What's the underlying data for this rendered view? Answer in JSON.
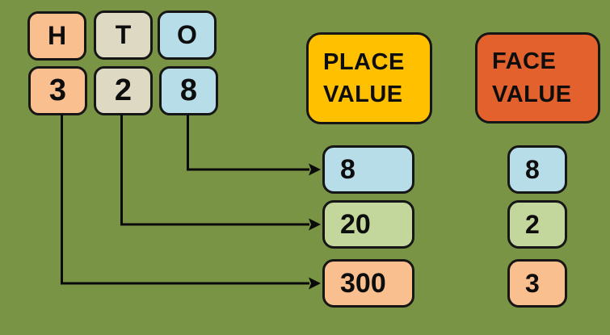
{
  "colors": {
    "background": "#7A9445",
    "line": "#0a0a0a",
    "hundreds_box": "#FABF8F",
    "tens_box": "#DDD9C3",
    "ones_box": "#B7DDE8",
    "tens_value_box": "#C3D69B",
    "place_header": "#FFC000",
    "face_header": "#E2612C"
  },
  "digit_panel": {
    "columns": [
      {
        "place_label": "H",
        "digit": "3"
      },
      {
        "place_label": "T",
        "digit": "2"
      },
      {
        "place_label": "O",
        "digit": "8"
      }
    ]
  },
  "place_value": {
    "header": "PLACE VALUE",
    "values": [
      "8",
      "20",
      "300"
    ]
  },
  "face_value": {
    "header": "FACE VALUE",
    "values": [
      "8",
      "2",
      "3"
    ]
  }
}
